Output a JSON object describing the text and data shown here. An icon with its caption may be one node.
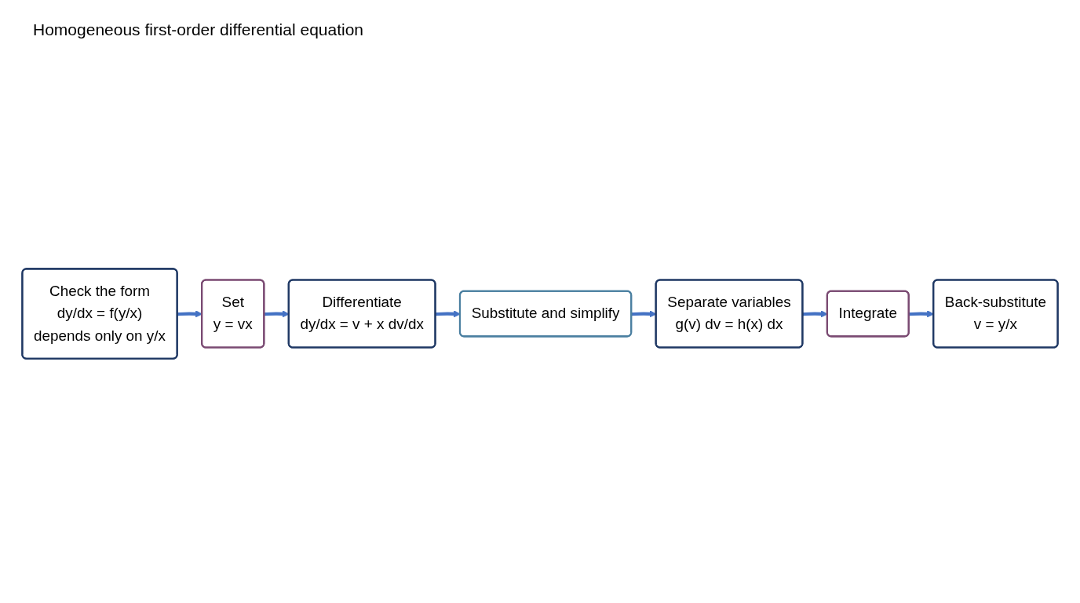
{
  "diagram": {
    "title": "Homogeneous first-order differential equation",
    "nodes": [
      {
        "text": [
          "Check the form",
          "dy/dx = f(y/x)",
          "depends only on y/x"
        ]
      },
      {
        "text": [
          "Set",
          "y = vx"
        ]
      },
      {
        "text": [
          "Differentiate",
          "dy/dx = v + x dv/dx"
        ]
      },
      {
        "text": [
          "Substitute and simplify"
        ]
      },
      {
        "text": [
          "Separate variables",
          "g(v) dv = h(x) dx"
        ]
      },
      {
        "text": [
          "Integrate"
        ]
      },
      {
        "text": [
          "Back-substitute",
          "v = y/x"
        ]
      }
    ],
    "edges": [
      {
        "from": 0,
        "to": 1,
        "arrow": "to"
      },
      {
        "from": 1,
        "to": 2,
        "arrow": "to"
      },
      {
        "from": 2,
        "to": 3,
        "arrow": "to"
      },
      {
        "from": 3,
        "to": 4,
        "arrow": "to"
      },
      {
        "from": 4,
        "to": 5,
        "arrow": "to"
      },
      {
        "from": 5,
        "to": 6,
        "arrow": "to"
      }
    ]
  }
}
